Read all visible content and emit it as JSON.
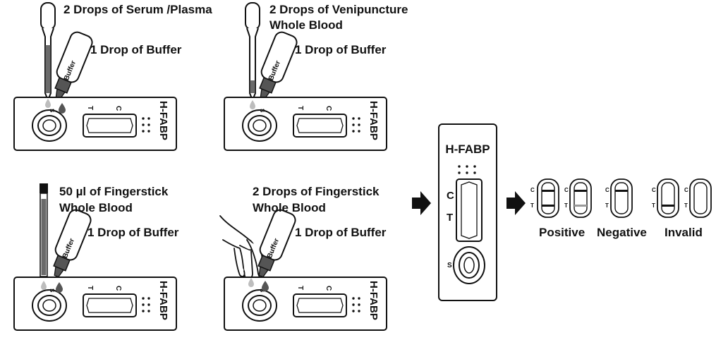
{
  "colors": {
    "ink": "#111111",
    "shade": "#6b6b6b",
    "light": "#bdbdbd",
    "bg": "#ffffff"
  },
  "panels": [
    {
      "drop_line1": "2 Drops of Serum /Plasma",
      "drop_line2": "",
      "buffer_label": "1 Drop of Buffer",
      "device_name": "H-FABP",
      "bottle_label": "Buffer",
      "tool": "dropper-icon"
    },
    {
      "drop_line1": "2 Drops of Venipuncture",
      "drop_line2": "Whole Blood",
      "buffer_label": "1 Drop of Buffer",
      "device_name": "H-FABP",
      "bottle_label": "Buffer",
      "tool": "dropper-icon"
    },
    {
      "drop_line1": "50 µl of Fingerstick",
      "drop_line2": "Whole Blood",
      "buffer_label": "1 Drop of Buffer",
      "device_name": "H-FABP",
      "bottle_label": "Buffer",
      "tool": "capillary-tube-icon"
    },
    {
      "drop_line1": "2 Drops of Fingerstick",
      "drop_line2": "Whole Blood",
      "buffer_label": "1 Drop of Buffer",
      "device_name": "H-FABP",
      "bottle_label": "Buffer",
      "tool": "finger-icon"
    }
  ],
  "well_marks": {
    "sample": "S",
    "test": "T",
    "control": "C"
  },
  "result_device": {
    "name": "H-FABP",
    "c_label": "C",
    "t_label": "T",
    "s_label": "S"
  },
  "results": {
    "positive_label": "Positive",
    "negative_label": "Negative",
    "invalid_label": "Invalid",
    "c_mark": "C",
    "t_mark": "T"
  }
}
